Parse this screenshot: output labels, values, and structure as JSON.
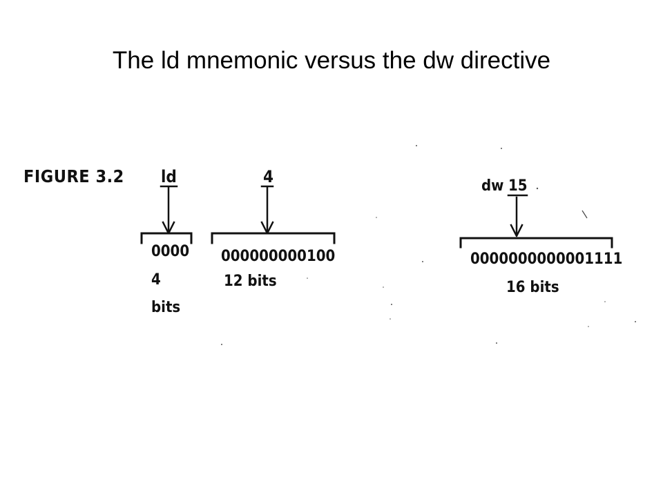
{
  "title": "The ld mnemonic versus the dw directive",
  "figure": {
    "caption": "FIGURE 3.2",
    "left_group": {
      "mnemonic": "ld",
      "operand": "4",
      "opcode_field": {
        "bits_value": "0000",
        "size_number": "4",
        "size_unit": "bits"
      },
      "operand_field": {
        "bits_value": "000000000100",
        "size_label": "12 bits"
      }
    },
    "right_group": {
      "directive": "dw",
      "operand": "15",
      "field": {
        "bits_value": "0000000000001111",
        "size_label": "16 bits"
      }
    }
  }
}
